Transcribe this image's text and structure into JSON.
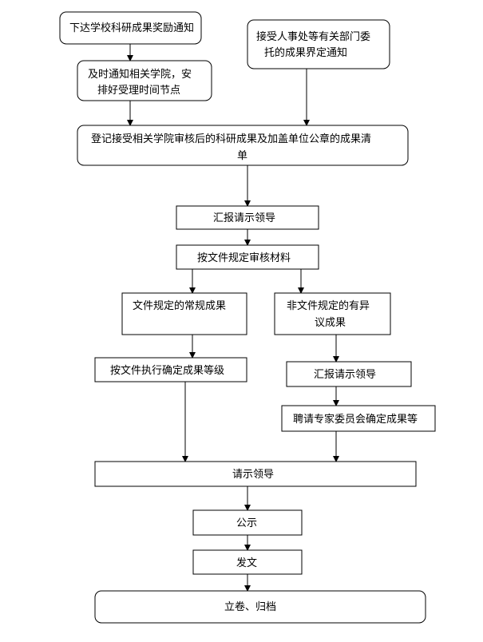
{
  "flowchart": {
    "nodes": {
      "notice_school": "下达学校科研成果奖励通知",
      "notice_hr": [
        "接受人事处等有关部门委",
        "托的成果界定通知"
      ],
      "notify_colleges": [
        "及时通知相关学院，安",
        "排好受理时间节点"
      ],
      "register": [
        "登记接受相关学院审核后的科研成果及加盖单位公章的成果清",
        "单"
      ],
      "report_leader_1": "汇报请示领导",
      "review_materials": "按文件规定审核材料",
      "regular_results": "文件规定的常规成果",
      "irregular_results": [
        "非文件规定的有异",
        "议成果"
      ],
      "determine_grade": "按文件执行确定成果等级",
      "report_leader_2": "汇报请示领导",
      "expert_committee": "聘请专家委员会确定成果等",
      "consult_leader": "请示领导",
      "publicize": "公示",
      "issue_document": "发文",
      "archive": "立卷、归档"
    }
  }
}
